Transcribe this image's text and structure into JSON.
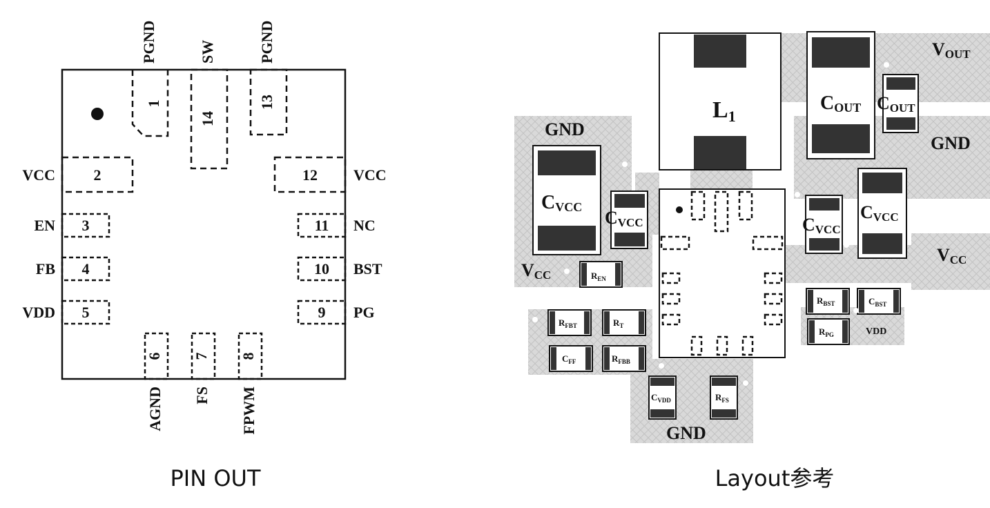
{
  "captions": {
    "pinout": "PIN OUT",
    "layout": "Layout参考"
  },
  "pins": [
    {
      "num": "1",
      "name": "PGND"
    },
    {
      "num": "2",
      "name": "VCC"
    },
    {
      "num": "3",
      "name": "EN"
    },
    {
      "num": "4",
      "name": "FB"
    },
    {
      "num": "5",
      "name": "VDD"
    },
    {
      "num": "6",
      "name": "AGND"
    },
    {
      "num": "7",
      "name": "FS"
    },
    {
      "num": "8",
      "name": "FPWM"
    },
    {
      "num": "9",
      "name": "PG"
    },
    {
      "num": "10",
      "name": "BST"
    },
    {
      "num": "11",
      "name": "NC"
    },
    {
      "num": "12",
      "name": "VCC"
    },
    {
      "num": "13",
      "name": "PGND"
    },
    {
      "num": "14",
      "name": "SW"
    }
  ],
  "layout": {
    "net_labels": {
      "vout": {
        "main": "V",
        "sub": "OUT"
      },
      "gnd_right": "GND",
      "gnd_left": "GND",
      "gnd_bottom": "GND",
      "vcc_right": {
        "main": "V",
        "sub": "CC"
      },
      "vcc_left": {
        "main": "V",
        "sub": "CC"
      },
      "vdd": "VDD"
    },
    "components": {
      "l1": {
        "main": "L",
        "sub": "1"
      },
      "cout_large": {
        "main": "C",
        "sub": "OUT"
      },
      "cout_small": {
        "main": "C",
        "sub": "OUT"
      },
      "cvcc_left_large": {
        "main": "C",
        "sub": "VCC"
      },
      "cvcc_left_small": {
        "main": "C",
        "sub": "VCC"
      },
      "cvcc_mid": {
        "main": "C",
        "sub": "VCC"
      },
      "cvcc_right": {
        "main": "C",
        "sub": "VCC"
      },
      "ren": {
        "main": "R",
        "sub": "EN"
      },
      "rfbt": {
        "main": "R",
        "sub": "FBT"
      },
      "rt": {
        "main": "R",
        "sub": "T"
      },
      "cff": {
        "main": "C",
        "sub": "FF"
      },
      "rfbb": {
        "main": "R",
        "sub": "FBB"
      },
      "cvdd": {
        "main": "C",
        "sub": "VDD"
      },
      "rfs": {
        "main": "R",
        "sub": "FS"
      },
      "rbst": {
        "main": "R",
        "sub": "BST"
      },
      "cbst": {
        "main": "C",
        "sub": "BST"
      },
      "rpg": {
        "main": "R",
        "sub": "PG"
      }
    }
  }
}
